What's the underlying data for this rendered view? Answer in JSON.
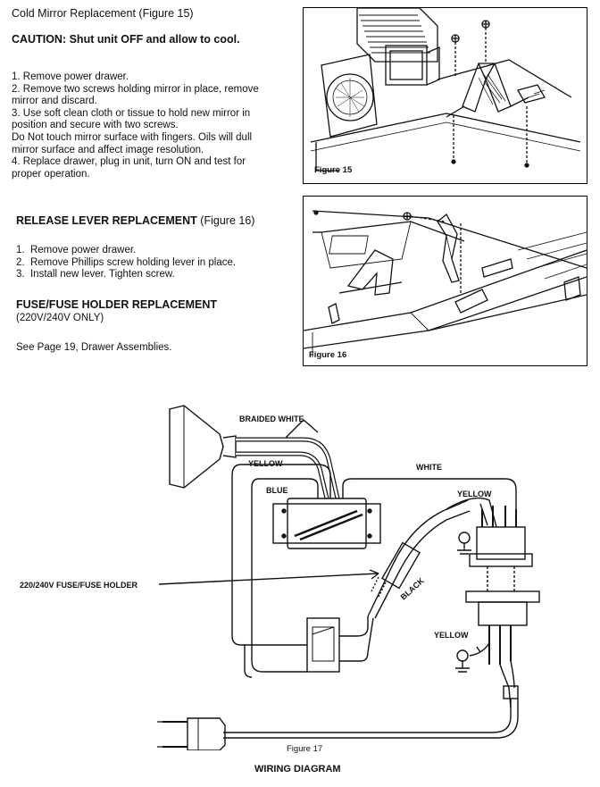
{
  "section1": {
    "title": "Cold Mirror Replacement",
    "fig_ref": "(Figure 15)",
    "caution_label": "CAUTION:",
    "caution_text": "Shut unit OFF and allow to cool.",
    "lines": [
      "1. Remove power drawer.",
      "2. Remove two screws holding mirror in place, remove",
      "mirror and discard.",
      "3. Use soft clean cloth or tissue to hold new mirror in",
      "position and secure with two screws.",
      "Do Not touch mirror surface with fingers. Oils will dull",
      "mirror surface and affect image resolution.",
      "4. Replace drawer, plug in unit, turn ON and test for",
      "proper operation."
    ]
  },
  "section2": {
    "title": "RELEASE LEVER REPLACEMENT",
    "fig_ref": "(Figure 16)",
    "lines": [
      "1.  Remove power drawer.",
      "2.  Remove Phillips screw holding lever in place.",
      "3.  Install new lever. Tighten screw."
    ]
  },
  "section3": {
    "title": "FUSE/FUSE HOLDER REPLACEMENT",
    "subtitle": "(220V/240V ONLY)",
    "see": "See Page 19, Drawer Assemblies."
  },
  "figure15": {
    "label": "Figure 15"
  },
  "figure16": {
    "label": "Figure 16"
  },
  "figure17": {
    "label": "Figure 17",
    "title": "WIRING DIAGRAM",
    "wire_labels": {
      "braided_white": "BRAIDED WHITE",
      "yellow_top": "YELLOW",
      "white": "WHITE",
      "blue": "BLUE",
      "yellow_right": "YELLOW",
      "fuse_holder": "220/240V FUSE/FUSE HOLDER",
      "black": "BLACK",
      "yellow_bottom": "YELLOW"
    }
  }
}
